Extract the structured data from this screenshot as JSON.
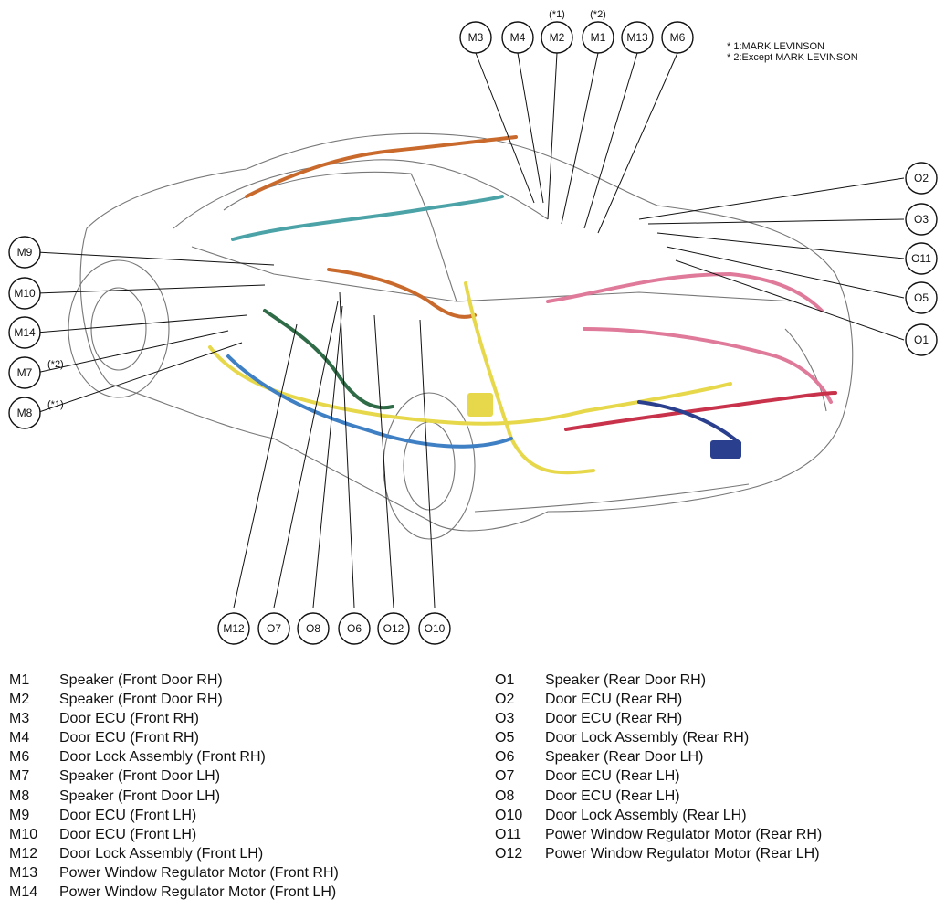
{
  "callouts": {
    "M3": "M3",
    "M4": "M4",
    "M2": "M2",
    "M1": "M1",
    "M13": "M13",
    "M6": "M6",
    "O2": "O2",
    "O3": "O3",
    "O11": "O11",
    "O5": "O5",
    "O1": "O1",
    "M9": "M9",
    "M10": "M10",
    "M14": "M14",
    "M7": "M7",
    "M8": "M8",
    "M12": "M12",
    "O7": "O7",
    "O8": "O8",
    "O6": "O6",
    "O12": "O12",
    "O10": "O10"
  },
  "markers": {
    "star1": "(*1)",
    "star2": "(*2)"
  },
  "notes": {
    "line1": "* 1:MARK LEVINSON",
    "line2": "* 2:Except MARK LEVINSON"
  },
  "legend_left": [
    {
      "code": "M1",
      "desc": "Speaker (Front Door RH)"
    },
    {
      "code": "M2",
      "desc": "Speaker (Front Door RH)"
    },
    {
      "code": "M3",
      "desc": "Door ECU (Front RH)"
    },
    {
      "code": "M4",
      "desc": "Door ECU (Front RH)"
    },
    {
      "code": "M6",
      "desc": "Door Lock Assembly (Front RH)"
    },
    {
      "code": "M7",
      "desc": "Speaker (Front Door LH)"
    },
    {
      "code": "M8",
      "desc": "Speaker (Front Door LH)"
    },
    {
      "code": "M9",
      "desc": "Door ECU (Front LH)"
    },
    {
      "code": "M10",
      "desc": "Door ECU (Front LH)"
    },
    {
      "code": "M12",
      "desc": "Door Lock Assembly (Front LH)"
    },
    {
      "code": "M13",
      "desc": "Power Window Regulator Motor (Front RH)"
    },
    {
      "code": "M14",
      "desc": "Power Window Regulator Motor (Front LH)"
    }
  ],
  "legend_right": [
    {
      "code": "O1",
      "desc": "Speaker (Rear Door RH)"
    },
    {
      "code": "O2",
      "desc": "Door ECU (Rear RH)"
    },
    {
      "code": "O3",
      "desc": "Door ECU (Rear RH)"
    },
    {
      "code": "O5",
      "desc": "Door Lock Assembly (Rear RH)"
    },
    {
      "code": "O6",
      "desc": "Speaker (Rear Door LH)"
    },
    {
      "code": "O7",
      "desc": "Door ECU (Rear LH)"
    },
    {
      "code": "O8",
      "desc": "Door ECU (Rear LH)"
    },
    {
      "code": "O10",
      "desc": "Door Lock Assembly (Rear LH)"
    },
    {
      "code": "O11",
      "desc": "Power Window Regulator Motor (Rear RH)"
    },
    {
      "code": "O12",
      "desc": "Power Window Regulator Motor (Rear LH)"
    }
  ],
  "harness_colors": {
    "yellow": "#e6d84a",
    "pink": "#e07a9a",
    "blue": "#3f7fc4",
    "orange": "#c96a2c",
    "teal": "#4ba3a8",
    "green": "#2f6b46",
    "red": "#c8324a",
    "navy": "#2b3f8f"
  }
}
